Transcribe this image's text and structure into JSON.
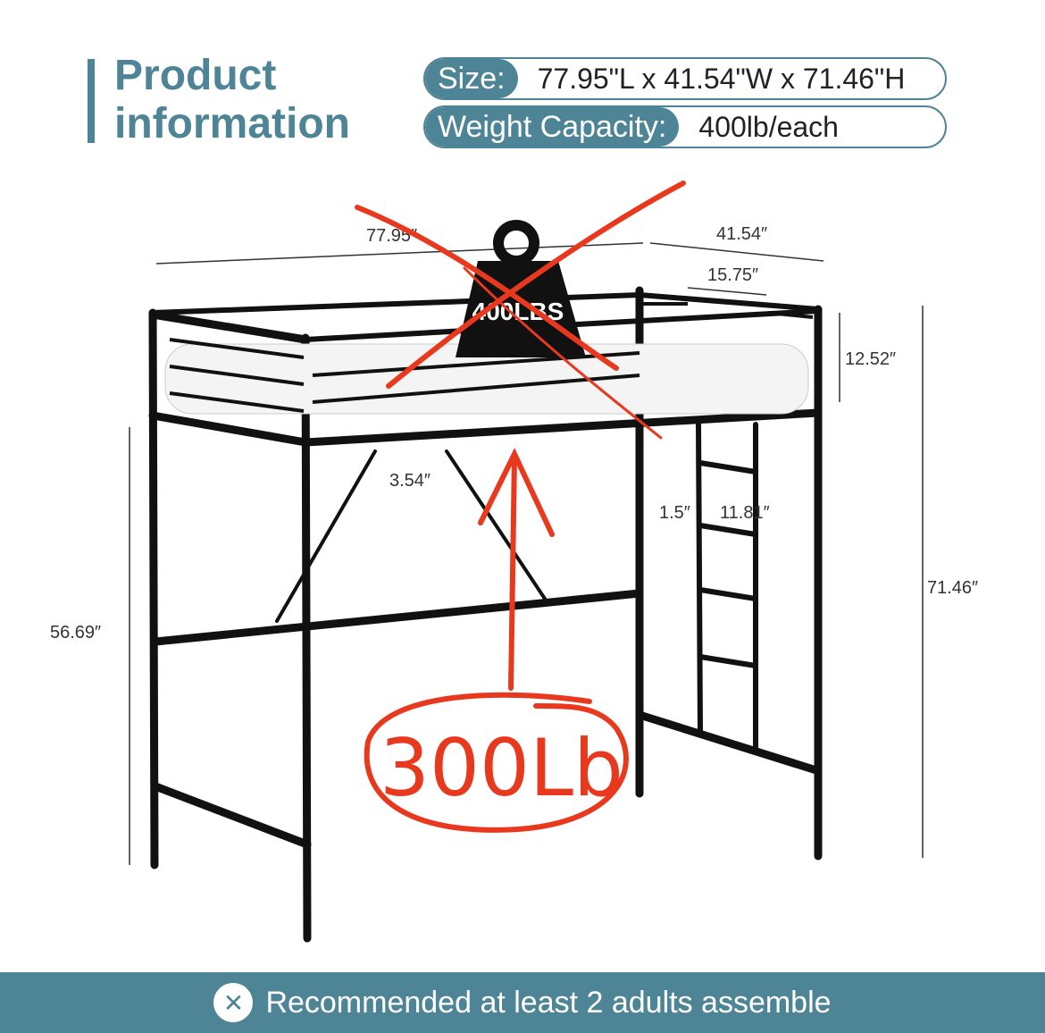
{
  "header": {
    "title_line1": "Product",
    "title_line2": "information"
  },
  "specs": [
    {
      "label": "Size:",
      "value": "77.95\"L x 41.54\"W x 71.46\"H"
    },
    {
      "label": "Weight Capacity:",
      "value": "400lb/each"
    }
  ],
  "dimensions": {
    "length": "77.95″",
    "width": "41.54″",
    "rail_length": "15.75″",
    "rail_height": "12.52″",
    "slat_gap": "3.54″",
    "ladder_rung": "1.5″",
    "ladder_width": "11.81″",
    "under_height": "56.69″",
    "total_height": "71.46″"
  },
  "weight_icon": {
    "label": "400LBS"
  },
  "annotation": {
    "text": "300Lb",
    "color": "#e8391f"
  },
  "banner": {
    "text": "Recommended at least 2 adults assemble",
    "icon": "tools-icon"
  },
  "colors": {
    "accent": "#4d8496"
  }
}
